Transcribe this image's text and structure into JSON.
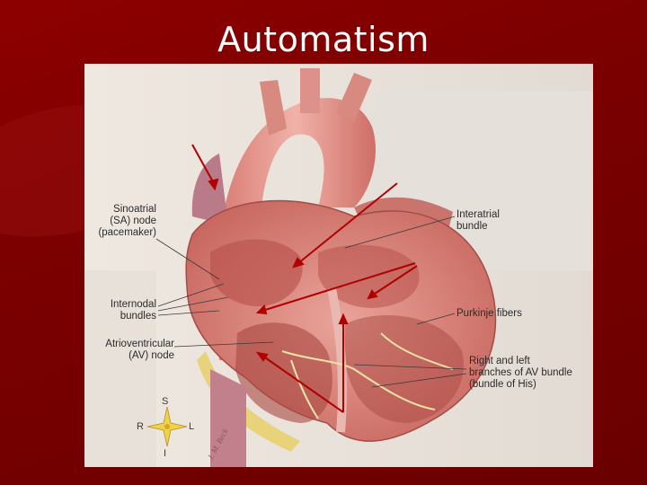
{
  "slide": {
    "title": "Automatism"
  },
  "labels": {
    "sa_node": [
      "Sinoatrial",
      "(SA) node",
      "(pacemaker)"
    ],
    "internodal": [
      "Internodal",
      "bundles"
    ],
    "av_node": [
      "Atrioventricular",
      "(AV) node"
    ],
    "interatrial": [
      "Interatrial",
      "bundle"
    ],
    "purkinje": [
      "Purkinje fibers"
    ],
    "his_bundle": [
      "Right and left",
      "branches of AV bundle",
      "(bundle of His)"
    ]
  },
  "compass": {
    "north": "S",
    "south": "I",
    "west": "R",
    "east": "L"
  },
  "signature": "J. M. Beck",
  "colors": {
    "background": "#7a0000",
    "title": "#ffffff",
    "arrow": "#b00000",
    "heart": "#d9807a"
  }
}
